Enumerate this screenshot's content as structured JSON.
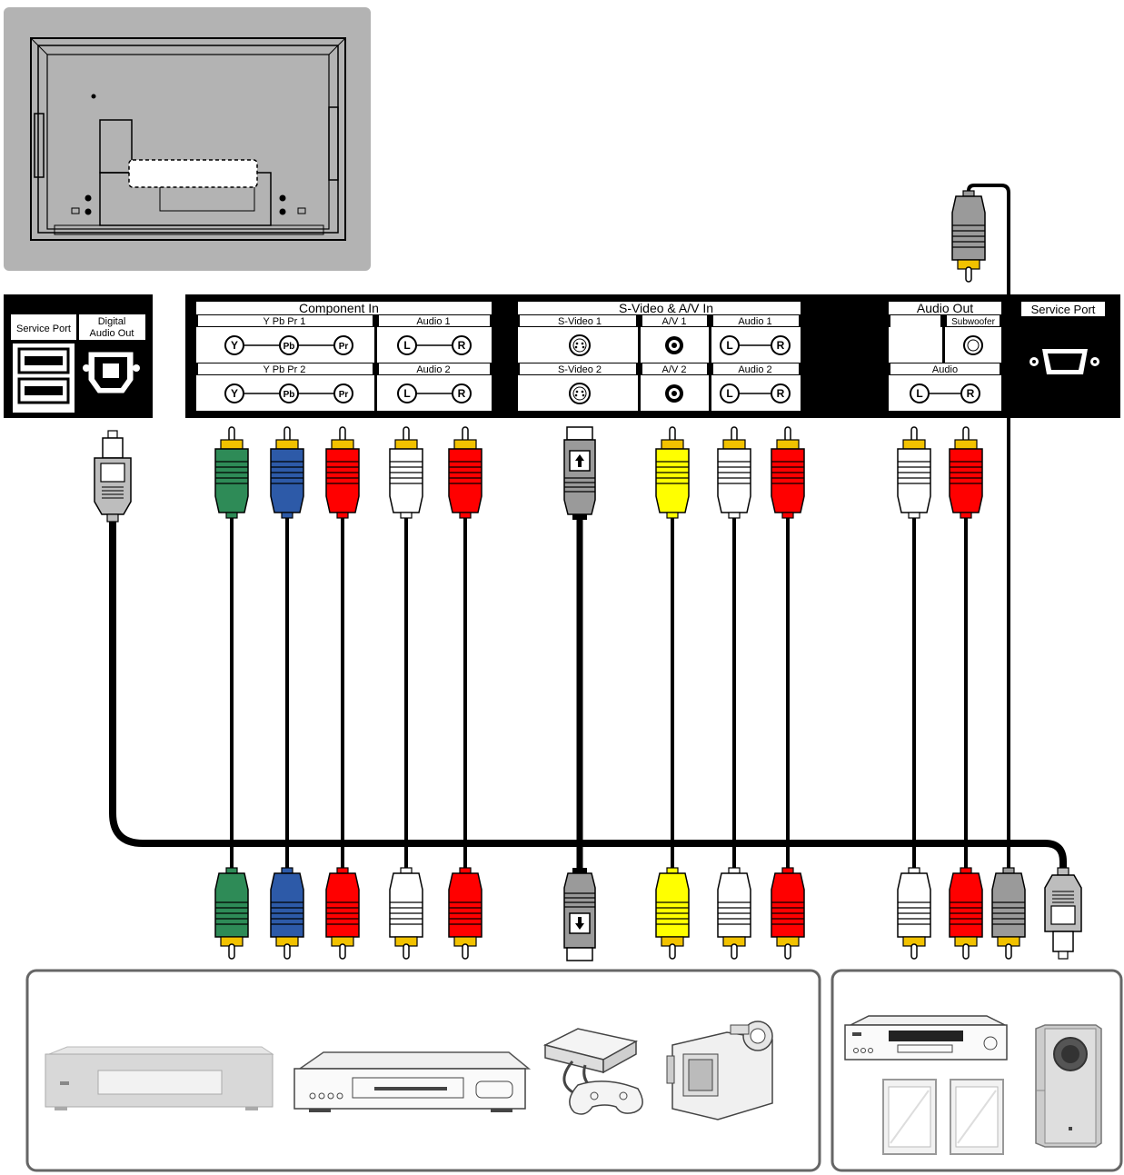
{
  "colors": {
    "panel_bg": "#000000",
    "label_bg": "#ffffff",
    "cable": "#000000",
    "plug_green": "#2e8b57",
    "plug_blue": "#2d5aa8",
    "plug_red": "#ff0000",
    "plug_white": "#ffffff",
    "plug_yellow": "#ffff00",
    "plug_gray": "#9a9a9a",
    "tip_gold": "#f2c200",
    "tv_back_bg": "#b3b3b3",
    "device_frame": "#666666"
  },
  "icons": [
    "tv-rear-icon",
    "usb-port-icon",
    "optical-port-icon",
    "rca-jack-icon",
    "svideo-jack-icon",
    "serial-port-icon",
    "rca-plug-icon",
    "svideo-plug-icon",
    "optical-plug-icon",
    "dvd-player-icon",
    "vcr-icon",
    "game-console-icon",
    "camcorder-icon",
    "av-receiver-icon",
    "speaker-icon",
    "subwoofer-icon"
  ],
  "left_panel": {
    "service_port": "Service Port",
    "digital_audio_out_line1": "Digital",
    "digital_audio_out_line2": "Audio Out"
  },
  "component": {
    "title": "Component  In",
    "ypbpr1": "Y Pb Pr  1",
    "ypbpr2": "Y Pb Pr  2",
    "audio1": "Audio 1",
    "audio2": "Audio 2",
    "jack_y": "Y",
    "jack_pb": "Pb",
    "jack_pr": "Pr",
    "jack_l": "L",
    "jack_r": "R"
  },
  "svideo_av": {
    "title": "S-Video & A/V In",
    "svideo1": "S-Video 1",
    "svideo2": "S-Video 2",
    "av1": "A/V 1",
    "av2": "A/V 2",
    "audio1": "Audio 1",
    "audio2": "Audio 2"
  },
  "audio_out": {
    "title": "Audio Out",
    "subwoofer": "Subwoofer",
    "audio": "Audio"
  },
  "service_port_right": "Service Port"
}
